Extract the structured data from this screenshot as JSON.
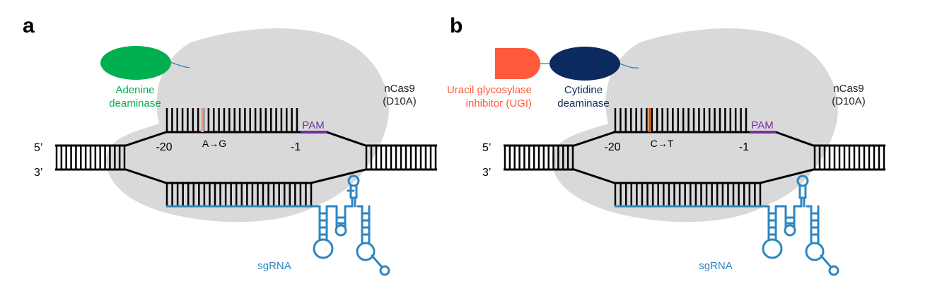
{
  "colors": {
    "cas9_body": "#d9d9d9",
    "dna": "#000000",
    "sgrna": "#2e86c1",
    "pam": "#7030a0",
    "adenine_deaminase": "#00b050",
    "cytidine_deaminase": "#0b2a5e",
    "ugi": "#ff5a3c",
    "edit_a": "#f4a090",
    "edit_c": "#c55a11"
  },
  "panels": {
    "a": {
      "letter": "a",
      "enzyme_label_line1": "Adenine",
      "enzyme_label_line2": "deaminase",
      "cas_label_line1": "nCas9",
      "cas_label_line2": "(D10A)",
      "pam_label": "PAM",
      "strand5": "5’",
      "strand3": "3’",
      "pos_start": "-20",
      "pos_end": "-1",
      "edit_label": "A→G",
      "sgrna_label": "sgRNA"
    },
    "b": {
      "letter": "b",
      "ugi_label_line1": "Uracil glycosylase",
      "ugi_label_line2": "inhibitor (UGI)",
      "enzyme_label_line1": "Cytidine",
      "enzyme_label_line2": "deaminase",
      "cas_label_line1": "nCas9",
      "cas_label_line2": "(D10A)",
      "pam_label": "PAM",
      "strand5": "5’",
      "strand3": "3’",
      "pos_start": "-20",
      "pos_end": "-1",
      "edit_label": "C→T",
      "sgrna_label": "sgRNA"
    }
  }
}
